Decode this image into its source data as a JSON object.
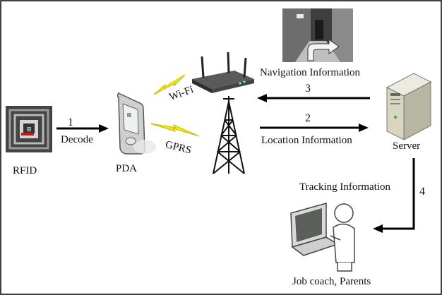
{
  "nodes": {
    "rfid": "RFID",
    "pda": "PDA",
    "server": "Server",
    "job_coach": "Job coach, Parents"
  },
  "links": {
    "wifi": "Wi-Fi",
    "gprs": "GPRS",
    "decode": "Decode"
  },
  "flows": [
    {
      "number": "1",
      "label": "Decode"
    },
    {
      "number": "2",
      "label": "Location Information"
    },
    {
      "number": "3",
      "label": "Navigation Information"
    },
    {
      "number": "4",
      "label": "Tracking Information"
    }
  ],
  "colors": {
    "wireless_bolt": "#f2f200",
    "arrow": "#000000",
    "server_body": "#d9d5c3",
    "screen": "#5a5f5a"
  },
  "icons": [
    "rfid-tag-icon",
    "pda-icon",
    "wifi-router-icon",
    "cell-tower-icon",
    "server-icon",
    "laptop-user-icon",
    "navigation-photo-icon"
  ]
}
